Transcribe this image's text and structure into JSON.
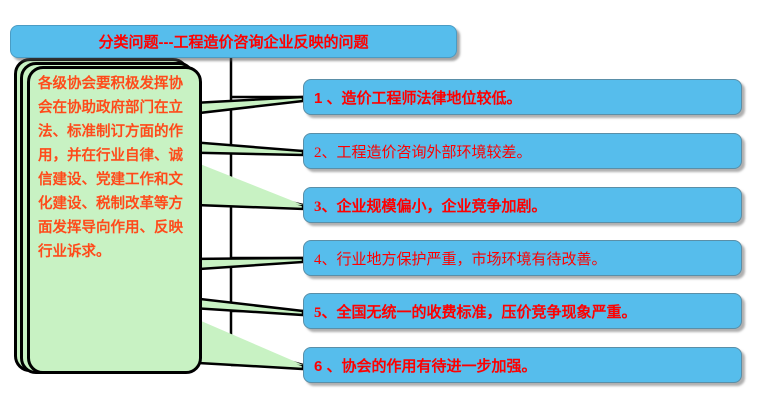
{
  "title": {
    "text": "分类问题---工程造价咨询企业反映的问题",
    "bg_color": "#56bdec",
    "text_color": "#ff0000"
  },
  "left_panel": {
    "name": "associations-role-box",
    "text": "各级协会要积极发挥协会在协助政府部门在立法、标准制订方面的作用，并在行业自律、诚信建设、党建工作和文化建设、税制改革等方面发挥导向作用、反映行业诉求。",
    "bg_color": "#c8f2c3",
    "text_color": "#ff4a1a",
    "layer_count": 3
  },
  "issues": [
    {
      "number": "1",
      "text": "1 、造价工程师法律地位较低。",
      "style": "bold"
    },
    {
      "number": "2",
      "text": "2、工程造价咨询外部环境较差。",
      "style": "thin"
    },
    {
      "number": "3",
      "text": "3、企业规模偏小，企业竞争加剧。",
      "style": "serifbold"
    },
    {
      "number": "4",
      "text": "4、行业地方保护严重，市场环境有待改善。",
      "style": "thin"
    },
    {
      "number": "5",
      "text": "5、全国无统一的收费标准，压价竞争现象严重。",
      "style": "serifbold"
    },
    {
      "number": "6",
      "text": "6 、协会的作用有待进一步加强。",
      "style": "bold"
    }
  ],
  "connectors": {
    "arrow_fill": "#c8f2c3",
    "arrow_stroke": "#000000",
    "bracket_color": "#000000",
    "group_count": 2,
    "arrows_per_group": 3
  }
}
